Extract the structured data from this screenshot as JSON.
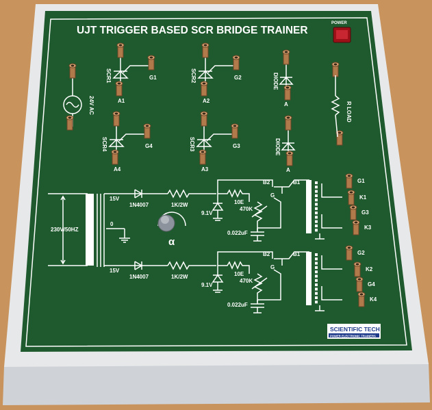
{
  "board": {
    "title": "UJT TRIGGER BASED SCR BRIDGE TRAINER",
    "power_label": "POWER",
    "brand": "SCIENTIFIC TECH",
    "brand_sub": "POWER ELECTRONIC TRAINERS",
    "colors": {
      "panel": "#1f5a2e",
      "case": "#e4e6e8",
      "wood": "#c8935c",
      "power_switch": "#b0141c"
    }
  },
  "top": {
    "source_label": "24V AC",
    "scr1": {
      "name": "SCR1",
      "gate": "G1",
      "anode": "A1"
    },
    "scr2": {
      "name": "SCR2",
      "gate": "G2",
      "anode": "A2"
    },
    "scr3": {
      "name": "SCR3",
      "gate": "G3",
      "anode": "A3"
    },
    "scr4": {
      "name": "SCR4",
      "gate": "G4",
      "anode": "A4"
    },
    "diode1": {
      "name": "DIODE",
      "anode": "A"
    },
    "diode2": {
      "name": "DIODE",
      "anode": "A"
    },
    "load_label": "R LOAD"
  },
  "trigger": {
    "mains_label": "230V/50HZ",
    "center_tap": "0",
    "knob_label": "α",
    "channels": [
      {
        "sec": "15V",
        "diode": "1N4007",
        "res": "1K/2W",
        "zener": "9.1V",
        "r10": "10E",
        "b2": "B2",
        "b1": "B1",
        "g": "G",
        "pot": "470K",
        "cap": "0.022uF",
        "out": [
          "G1",
          "K1",
          "G3",
          "K3"
        ]
      },
      {
        "sec": "15V",
        "diode": "1N4007",
        "res": "1K/2W",
        "zener": "9.1V",
        "r10": "10E",
        "b2": "B2",
        "b1": "B1",
        "g": "G",
        "pot": "470K",
        "cap": "0.022uF",
        "out": [
          "G2",
          "K2",
          "G4",
          "K4"
        ]
      }
    ]
  }
}
